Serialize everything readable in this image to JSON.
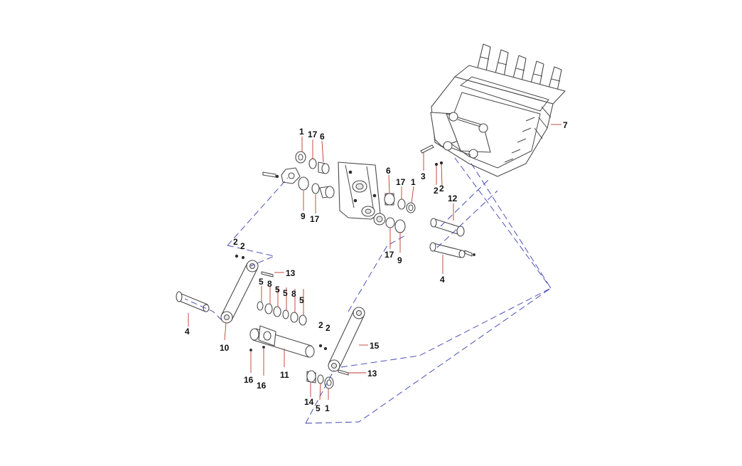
{
  "diagram": {
    "callouts": [
      "1",
      "17",
      "6",
      "6",
      "17",
      "1",
      "3",
      "2",
      "2",
      "7",
      "12",
      "9",
      "17",
      "17",
      "9",
      "4",
      "2",
      "2",
      "13",
      "5",
      "8",
      "5",
      "5",
      "8",
      "5",
      "4",
      "10",
      "2",
      "2",
      "15",
      "13",
      "16",
      "16",
      "11",
      "14",
      "5",
      "1"
    ]
  },
  "colors": {
    "background": "#ffffff",
    "part_outline": "#4a4a4a",
    "leader_line": "#c0392b",
    "assembly_dash": "#3a3fb0",
    "label_text": "#111111"
  }
}
